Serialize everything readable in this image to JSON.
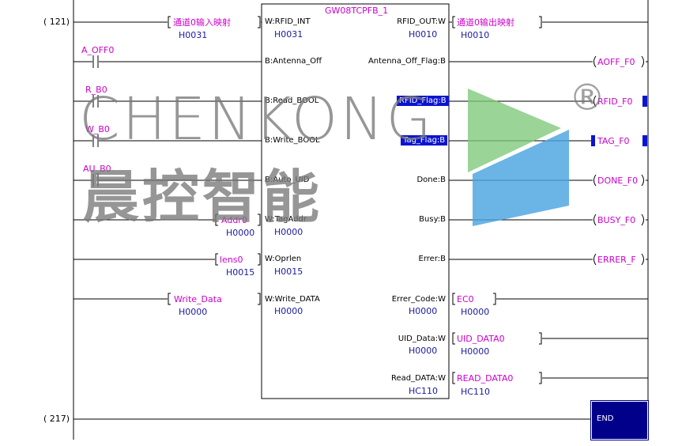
{
  "steps": {
    "top": "( 121)",
    "bottom": "( 217)"
  },
  "fb": {
    "name": "GW08TCPFB_1"
  },
  "contacts": {
    "c1": "A_OFF0",
    "c2": "R_B0",
    "c3": "W_B0",
    "c4": "AU_B0"
  },
  "inputs": {
    "rfid_in": {
      "label": "通道0输入映射",
      "val": "H0031"
    },
    "addr": {
      "label": "Addr0",
      "val": "H0000"
    },
    "lens": {
      "label": "lens0",
      "val": "H0015"
    },
    "write": {
      "label": "Write_Data",
      "val": "H0000"
    }
  },
  "left_pins": {
    "p1": {
      "name": "W:RFID_INT",
      "val": "H0031"
    },
    "p2": {
      "name": "B:Antenna_Off"
    },
    "p3": {
      "name": "B:Read_BOOL"
    },
    "p4": {
      "name": "B:Write_BOOL"
    },
    "p5": {
      "name": "B:Auto_UID"
    },
    "p6": {
      "name": "W:TagAddr",
      "val": "H0000"
    },
    "p7": {
      "name": "W:Oprlen",
      "val": "H0015"
    },
    "p8": {
      "name": "W:Write_DATA",
      "val": "H0000"
    }
  },
  "right_pins": {
    "p1": {
      "name": "RFID_OUT:W",
      "val": "H0010"
    },
    "p2": {
      "name": "Antenna_Off_Flag:B"
    },
    "p3": {
      "name": "RFID_Flag:B"
    },
    "p4": {
      "name": "Tag_Flag:B"
    },
    "p5": {
      "name": "Done:B"
    },
    "p6": {
      "name": "Busy:B"
    },
    "p7": {
      "name": "Errer:B"
    },
    "p8": {
      "name": "Errer_Code:W",
      "val": "H0000"
    },
    "p9": {
      "name": "UID_Data:W",
      "val": "H0000"
    },
    "p10": {
      "name": "Read_DATA:W",
      "val": "HC110"
    }
  },
  "outputs": {
    "rfid_out": {
      "label": "通道0输出映射",
      "val": "H0010"
    },
    "coils": [
      "AOFF_F0",
      "RFID_F0",
      "TAG_F0",
      "DONE_F0",
      "BUSY_F0",
      "ERRER_F"
    ],
    "ec": {
      "label": "EC0",
      "val": "H0000"
    },
    "uid": {
      "label": "UID_DATA0",
      "val": "H0000"
    },
    "read": {
      "label": "READ_DATA0",
      "val": "HC110"
    }
  },
  "end_label": "END",
  "watermark": {
    "en": "CHENKONG",
    "cn": "晨控智能",
    "reg": "®"
  },
  "colors": {
    "selection": "#0a14d0",
    "end_box": "#00008b",
    "label_blue": "#1a1a9e",
    "label_magenta": "#cc00cc",
    "logo_green": "#7ec87a",
    "logo_blue": "#4aa3e0"
  }
}
